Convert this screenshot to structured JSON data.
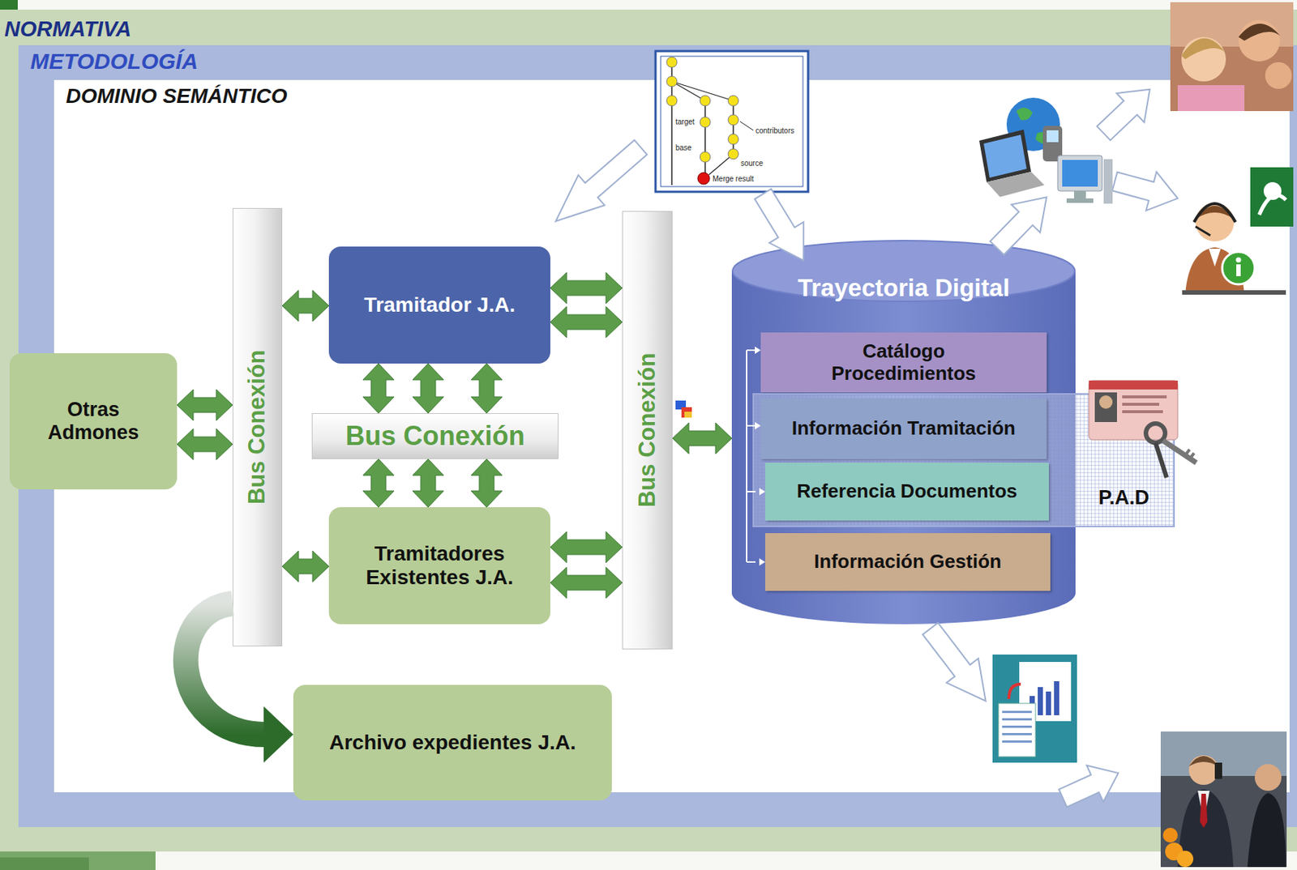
{
  "diagram": {
    "nodes": [
      {
        "text": [
          "NORMATIVA"
        ]
      },
      {
        "text": [
          "METODOLOGÍA"
        ],
        "in": 0
      },
      {
        "text": [
          "DOMINIO SEMÁNTICO"
        ],
        "in": 1
      },
      {
        "text": [
          "Otras Admones"
        ],
        "in": 2
      },
      {
        "text": [
          "Bus Conexión"
        ],
        "in": 2
      },
      {
        "text": [
          "Tramitador J.A."
        ],
        "in": 2
      },
      {
        "text": [
          "Bus Conexión"
        ],
        "in": 2
      },
      {
        "text": [
          "Tramitadores Existentes J.A."
        ],
        "in": 2
      },
      {
        "text": [
          "Bus Conexión"
        ],
        "in": 2
      },
      {
        "text": [
          "Trayectoria Digital"
        ],
        "in": 2
      },
      {
        "text": [
          "Catálogo Procedimientos"
        ],
        "in": 9
      },
      {
        "text": [
          "P.A.D"
        ],
        "in": 9
      },
      {
        "text": [
          "Información Tramitación"
        ],
        "in": 11
      },
      {
        "text": [
          "Referencia Documentos"
        ],
        "in": 11
      },
      {
        "text": [
          "Información Gestión"
        ],
        "in": 9
      },
      {
        "text": [
          "Archivo expedientes J.A."
        ],
        "in": 2
      }
    ],
    "edges": [
      {
        "from": 3,
        "to": 4,
        "arrow": "both"
      },
      {
        "from": 3,
        "to": 4,
        "arrow": "both"
      },
      {
        "from": 4,
        "to": 5,
        "arrow": "both"
      },
      {
        "from": 4,
        "to": 7,
        "arrow": "both"
      },
      {
        "from": 5,
        "to": 6,
        "arrow": "both"
      },
      {
        "from": 5,
        "to": 6,
        "arrow": "both"
      },
      {
        "from": 5,
        "to": 6,
        "arrow": "both"
      },
      {
        "from": 6,
        "to": 7,
        "arrow": "both"
      },
      {
        "from": 6,
        "to": 7,
        "arrow": "both"
      },
      {
        "from": 6,
        "to": 7,
        "arrow": "both"
      },
      {
        "from": 5,
        "to": 8,
        "arrow": "both"
      },
      {
        "from": 5,
        "to": 8,
        "arrow": "both"
      },
      {
        "from": 7,
        "to": 8,
        "arrow": "both"
      },
      {
        "from": 7,
        "to": 8,
        "arrow": "both"
      },
      {
        "from": 8,
        "to": 9,
        "arrow": "both"
      },
      {
        "from": 4,
        "to": 15,
        "arrow": "to"
      }
    ],
    "labels": [
      "target",
      "base",
      "contributors",
      "source",
      "Merge result"
    ]
  }
}
